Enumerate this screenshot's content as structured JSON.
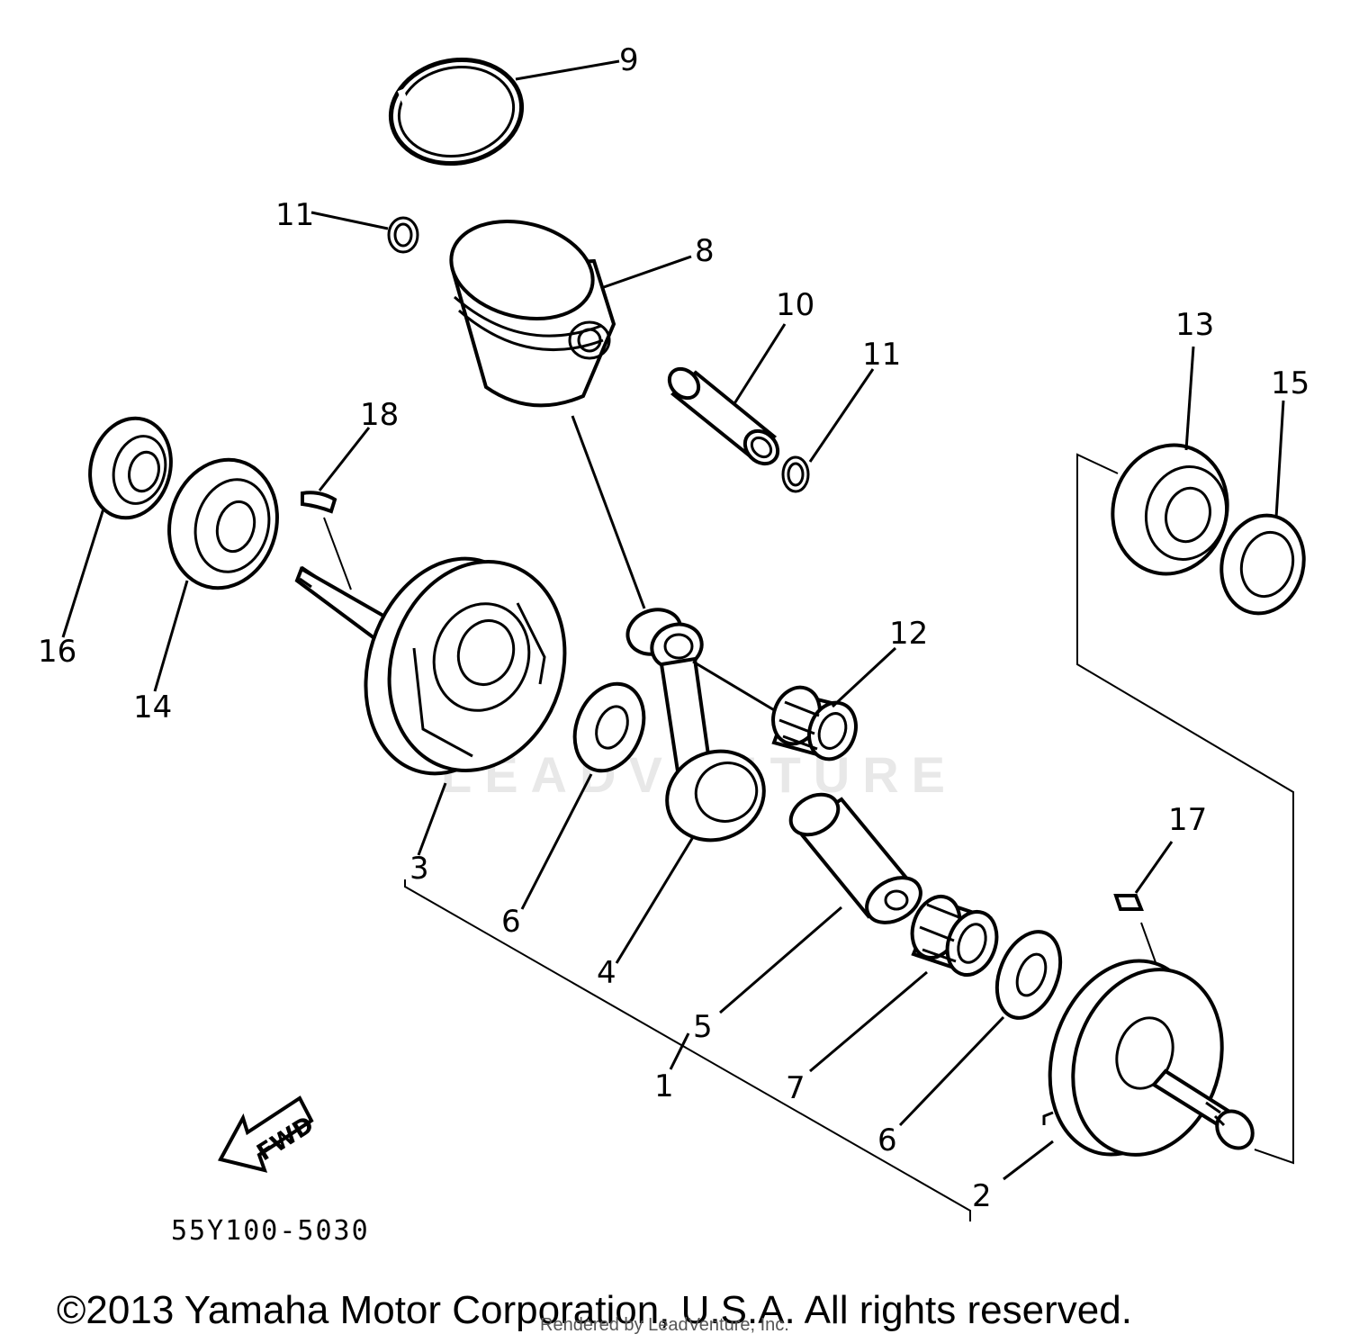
{
  "diagram": {
    "callouts": [
      {
        "id": "c9",
        "label": "9"
      },
      {
        "id": "c11a",
        "label": "11"
      },
      {
        "id": "c8",
        "label": "8"
      },
      {
        "id": "c10",
        "label": "10"
      },
      {
        "id": "c11b",
        "label": "11"
      },
      {
        "id": "c13",
        "label": "13"
      },
      {
        "id": "c15",
        "label": "15"
      },
      {
        "id": "c18",
        "label": "18"
      },
      {
        "id": "c16",
        "label": "16"
      },
      {
        "id": "c14",
        "label": "14"
      },
      {
        "id": "c12",
        "label": "12"
      },
      {
        "id": "c3",
        "label": "3"
      },
      {
        "id": "c6a",
        "label": "6"
      },
      {
        "id": "c4",
        "label": "4"
      },
      {
        "id": "c5",
        "label": "5"
      },
      {
        "id": "c1",
        "label": "1"
      },
      {
        "id": "c7",
        "label": "7"
      },
      {
        "id": "c6b",
        "label": "6"
      },
      {
        "id": "c17",
        "label": "17"
      },
      {
        "id": "c2",
        "label": "2"
      }
    ],
    "direction_label": "FWD",
    "diagram_code": "55Y100-5030",
    "watermark": "LEADVENTURE"
  },
  "footer": {
    "copyright": "©2013 Yamaha Motor Corporation, U.S.A. All rights reserved.",
    "rendered_by": "Rendered by LeadVenture, Inc."
  }
}
